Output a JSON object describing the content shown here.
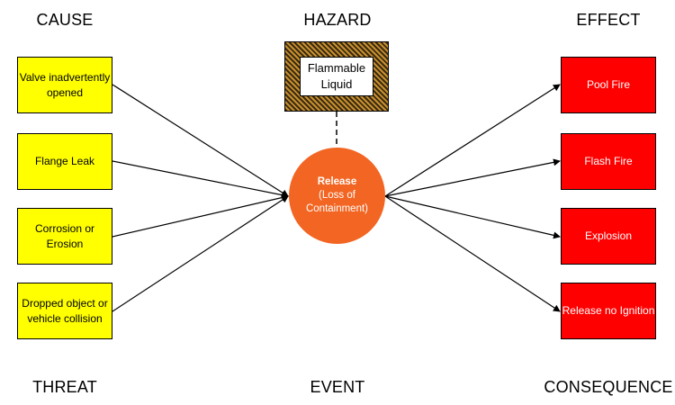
{
  "headings": {
    "cause": "CAUSE",
    "hazard": "HAZARD",
    "effect": "EFFECT",
    "threat": "THREAT",
    "event": "EVENT",
    "consequence": "CONSEQUENCE"
  },
  "hazard": {
    "label": "Flammable Liquid"
  },
  "event": {
    "title": "Release",
    "subtitle": "(Loss of Containment)"
  },
  "causes": [
    "Valve inadvertently opened",
    "Flange Leak",
    "Corrosion or Erosion",
    "Dropped object or vehicle collision"
  ],
  "effects": [
    "Pool Fire",
    "Flash Fire",
    "Explosion",
    "Release no Ignition"
  ],
  "colors": {
    "cause_fill": "#ffff00",
    "effect_fill": "#ff0000",
    "event_fill": "#f26522",
    "hazard_stripe_dark": "#3a2a14",
    "hazard_stripe_light": "#c8902c"
  }
}
